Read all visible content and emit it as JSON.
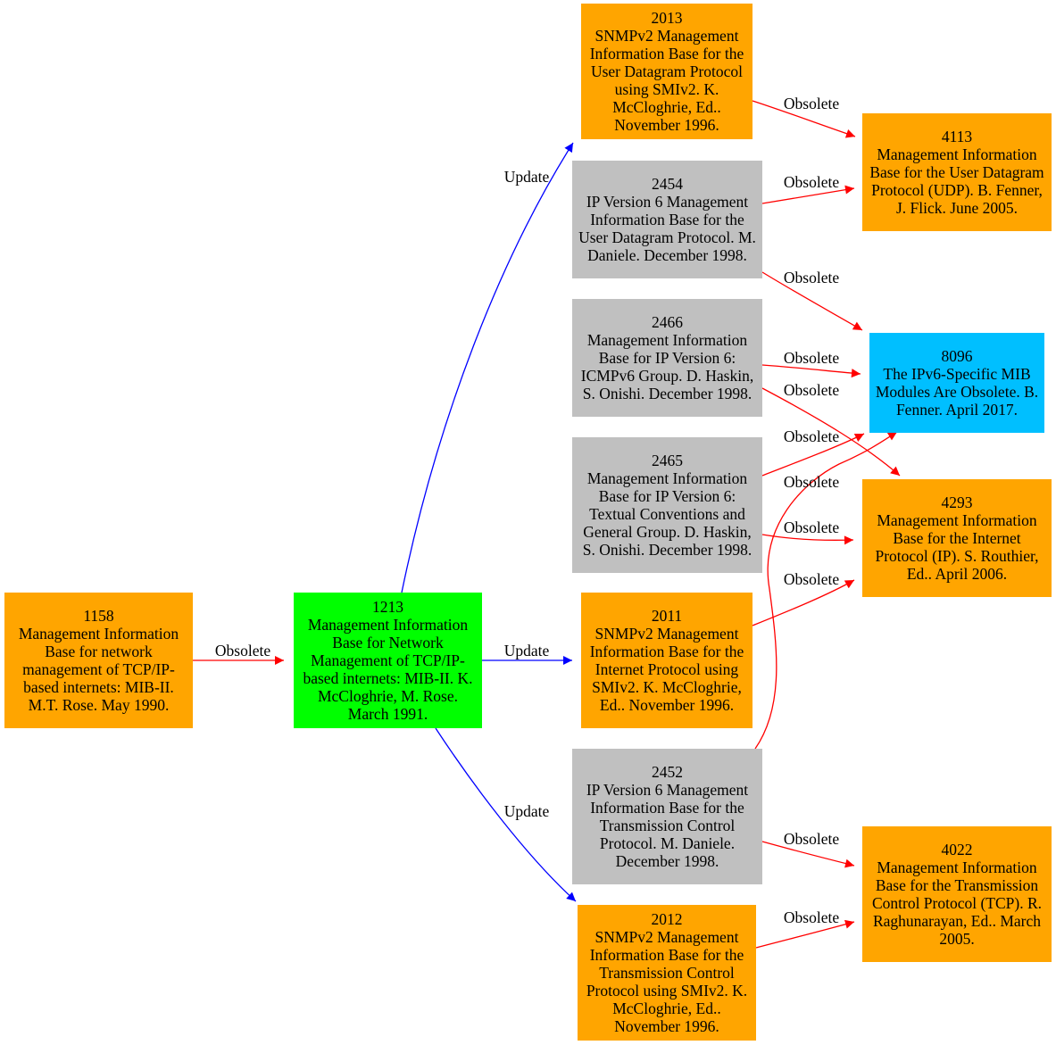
{
  "colors": {
    "orange": "#ffa500",
    "green": "#00ff00",
    "gray": "#c0c0c0",
    "blue": "#00bfff",
    "obsolete_edge": "#ff0000",
    "update_edge": "#0000ff"
  },
  "nodes": [
    {
      "id": "1158",
      "number": "1158",
      "text": "Management Information Base for network management of TCP/IP-based internets: MIB-II. M.T. Rose. May 1990.",
      "color": "orange"
    },
    {
      "id": "1213",
      "number": "1213",
      "text": "Management Information Base for Network Management of TCP/IP-based internets: MIB-II. K. McCloghrie, M. Rose. March 1991.",
      "color": "green"
    },
    {
      "id": "2013",
      "number": "2013",
      "text": "SNMPv2 Management Information Base for the User Datagram Protocol using SMIv2. K. McCloghrie, Ed.. November 1996.",
      "color": "orange"
    },
    {
      "id": "2454",
      "number": "2454",
      "text": "IP Version 6 Management Information Base for the User Datagram Protocol. M. Daniele. December 1998.",
      "color": "gray"
    },
    {
      "id": "2466",
      "number": "2466",
      "text": "Management Information Base for IP Version 6: ICMPv6 Group. D. Haskin, S. Onishi. December 1998.",
      "color": "gray"
    },
    {
      "id": "2465",
      "number": "2465",
      "text": "Management Information Base for IP Version 6: Textual Conventions and General Group. D. Haskin, S. Onishi. December 1998.",
      "color": "gray"
    },
    {
      "id": "2011",
      "number": "2011",
      "text": "SNMPv2 Management Information Base for the Internet Protocol using SMIv2. K. McCloghrie, Ed.. November 1996.",
      "color": "orange"
    },
    {
      "id": "2452",
      "number": "2452",
      "text": "IP Version 6 Management Information Base for the Transmission Control Protocol. M. Daniele. December 1998.",
      "color": "gray"
    },
    {
      "id": "2012",
      "number": "2012",
      "text": "SNMPv2 Management Information Base for the Transmission Control Protocol using SMIv2. K. McCloghrie, Ed.. November 1996.",
      "color": "orange"
    },
    {
      "id": "4113",
      "number": "4113",
      "text": "Management Information Base for the User Datagram Protocol (UDP). B. Fenner, J. Flick. June 2005.",
      "color": "orange"
    },
    {
      "id": "8096",
      "number": "8096",
      "text": "The IPv6-Specific MIB Modules Are Obsolete. B. Fenner. April 2017.",
      "color": "blue"
    },
    {
      "id": "4293",
      "number": "4293",
      "text": "Management Information Base for the Internet Protocol (IP). S. Routhier, Ed.. April 2006.",
      "color": "orange"
    },
    {
      "id": "4022",
      "number": "4022",
      "text": "Management Information Base for the Transmission Control Protocol (TCP). R. Raghunarayan, Ed.. March 2005.",
      "color": "orange"
    }
  ],
  "edges": [
    {
      "from": "1158",
      "to": "1213",
      "label": "Obsolete",
      "kind": "obsolete"
    },
    {
      "from": "1213",
      "to": "2013",
      "label": "Update",
      "kind": "update"
    },
    {
      "from": "1213",
      "to": "2011",
      "label": "Update",
      "kind": "update"
    },
    {
      "from": "1213",
      "to": "2012",
      "label": "Update",
      "kind": "update"
    },
    {
      "from": "2013",
      "to": "4113",
      "label": "Obsolete",
      "kind": "obsolete"
    },
    {
      "from": "2454",
      "to": "4113",
      "label": "Obsolete",
      "kind": "obsolete"
    },
    {
      "from": "2454",
      "to": "8096",
      "label": "Obsolete",
      "kind": "obsolete"
    },
    {
      "from": "2466",
      "to": "8096",
      "label": "Obsolete",
      "kind": "obsolete"
    },
    {
      "from": "2466",
      "to": "4293",
      "label": "Obsolete",
      "kind": "obsolete"
    },
    {
      "from": "2465",
      "to": "8096",
      "label": "Obsolete",
      "kind": "obsolete"
    },
    {
      "from": "2452",
      "to": "8096",
      "label": "Obsolete",
      "kind": "obsolete"
    },
    {
      "from": "2465",
      "to": "4293",
      "label": "Obsolete",
      "kind": "obsolete"
    },
    {
      "from": "2011",
      "to": "4293",
      "label": "Obsolete",
      "kind": "obsolete"
    },
    {
      "from": "2452",
      "to": "4022",
      "label": "Obsolete",
      "kind": "obsolete"
    },
    {
      "from": "2012",
      "to": "4022",
      "label": "Obsolete",
      "kind": "obsolete"
    }
  ]
}
